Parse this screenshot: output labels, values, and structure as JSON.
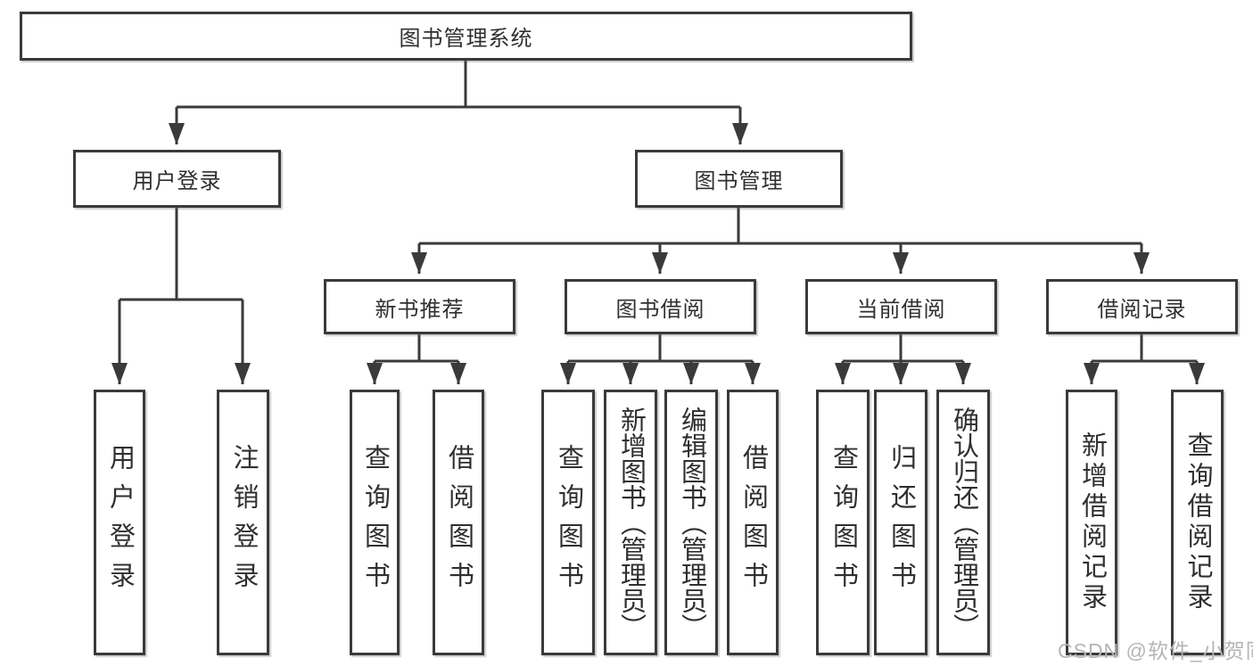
{
  "diagram": {
    "type": "tree",
    "root": {
      "label": "图书管理系统",
      "children": [
        {
          "label": "用户登录",
          "children": [
            {
              "label": "用户登录"
            },
            {
              "label": "注销登录"
            }
          ]
        },
        {
          "label": "图书管理",
          "children": [
            {
              "label": "新书推荐",
              "children": [
                {
                  "label": "查询图书"
                },
                {
                  "label": "借阅图书"
                }
              ]
            },
            {
              "label": "图书借阅",
              "children": [
                {
                  "label": "查询图书"
                },
                {
                  "label": "新增图书（管理员）"
                },
                {
                  "label": "编辑图书（管理员）"
                },
                {
                  "label": "借阅图书"
                }
              ]
            },
            {
              "label": "当前借阅",
              "children": [
                {
                  "label": "查询图书"
                },
                {
                  "label": "归还图书"
                },
                {
                  "label": "确认归还（管理员）"
                }
              ]
            },
            {
              "label": "借阅记录",
              "children": [
                {
                  "label": "新增借阅记录"
                },
                {
                  "label": "查询借阅记录"
                }
              ]
            }
          ]
        }
      ]
    }
  },
  "watermark": {
    "text": "CSDN @软件_小贺同学"
  },
  "colors": {
    "line": "#3a3a3a",
    "text": "#2f2f2f",
    "bg": "#ffffff",
    "watermark": "#b5b5b5"
  }
}
